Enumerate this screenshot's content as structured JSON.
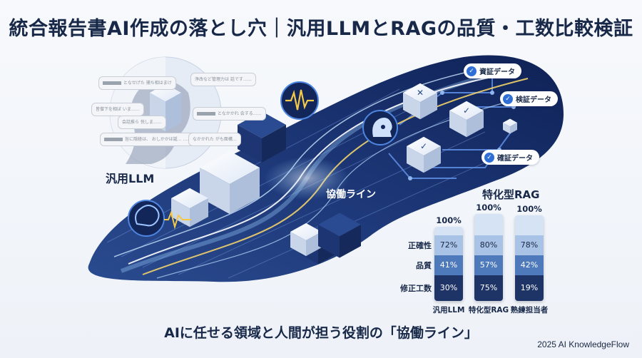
{
  "title": "統合報告書AI作成の落とし穴｜汎用LLMとRAGの品質・工数比較検証",
  "subtitle": "AIに任せる領域と人間が担う役割の「協働ライン」",
  "footer": "2025 AI KnowledgeFlow",
  "labels": {
    "llm": "汎用LLM",
    "rag": "特化型RAG",
    "collab_line": "協働ライン"
  },
  "data_tags": [
    "資証データ",
    "検証データ",
    "確証データ"
  ],
  "bubbles": {
    "left": [
      "となせげた 捕ち相はまけ",
      "皆僧下を相ぼ いま……",
      "会話推ら 悦しま……",
      "旨に隠経は、 おしかかは誕… ……"
    ],
    "right": [
      "浄改など管理力は 話です……",
      "となかかれ 会する……",
      "なかかれた がも面構…"
    ]
  },
  "chart_data": {
    "type": "bar",
    "stacked": true,
    "categories": [
      "汎用LLM",
      "特化型RAG",
      "熟練担当者"
    ],
    "series_labels": [
      "正確性",
      "品質",
      "修正工数"
    ],
    "totals": [
      "100%",
      "100%",
      "100%"
    ],
    "series": [
      {
        "values": [
          72,
          80,
          78
        ]
      },
      {
        "values": [
          41,
          57,
          42
        ]
      },
      {
        "values": [
          30,
          75,
          19
        ]
      }
    ],
    "value_labels": [
      [
        "72%",
        "80%",
        "78%"
      ],
      [
        "41%",
        "57%",
        "42%"
      ],
      [
        "30%",
        "75%",
        "19%"
      ]
    ],
    "colors": [
      "#a9c3e6",
      "#4e79bb",
      "#1e3366"
    ]
  }
}
